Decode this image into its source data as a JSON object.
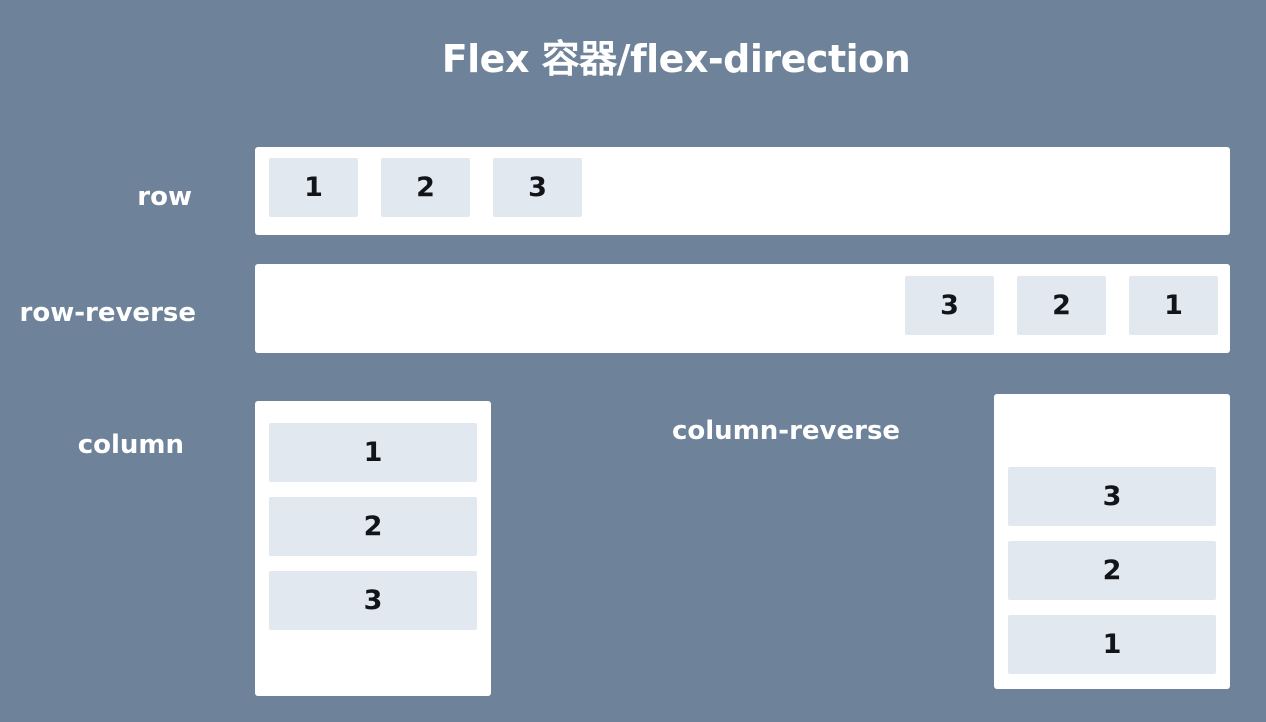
{
  "title": "Flex 容器/flex-direction",
  "labels": {
    "row": "row",
    "row_reverse": "row-reverse",
    "column": "column",
    "column_reverse": "column-reverse"
  },
  "items": [
    "1",
    "2",
    "3"
  ],
  "colors": {
    "background": "#6e8399",
    "container": "#ffffff",
    "item": "#e2e8ef",
    "item_text": "#111418",
    "label_text": "#ffffff"
  }
}
